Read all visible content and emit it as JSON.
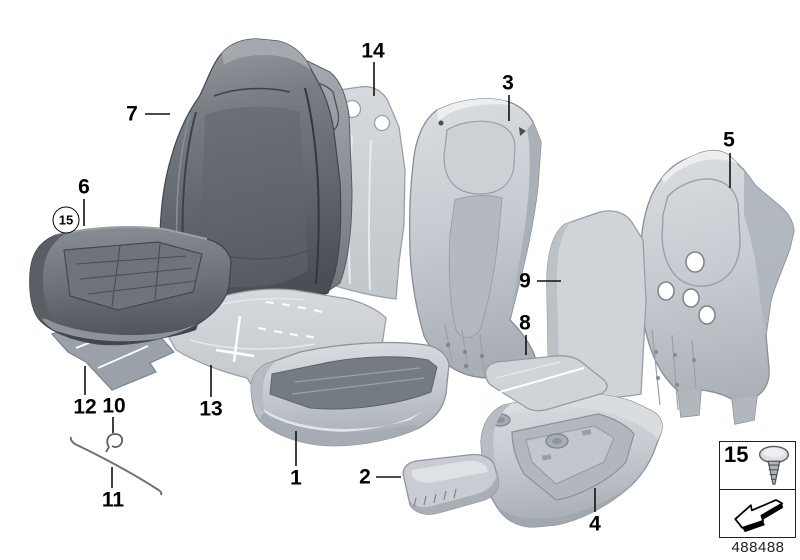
{
  "diagram": {
    "part_number": "488488",
    "callouts": {
      "c1": "1",
      "c2": "2",
      "c3": "3",
      "c4": "4",
      "c5": "5",
      "c6": "6",
      "c7": "7",
      "c8": "8",
      "c9": "9",
      "c10": "10",
      "c11": "11",
      "c12": "12",
      "c13": "13",
      "c14": "14"
    },
    "circled_callout": "15",
    "legend": {
      "item_label": "15",
      "fastener_icon": "expanding-rivet-clip-icon",
      "direction_icon": "installation-direction-arrow-icon"
    },
    "colors": {
      "background": "#ffffff",
      "dark_upholstery": "#6d727a",
      "light_component": "#c6cbd1",
      "outline": "#8a9096",
      "callout_text": "#000000"
    }
  }
}
